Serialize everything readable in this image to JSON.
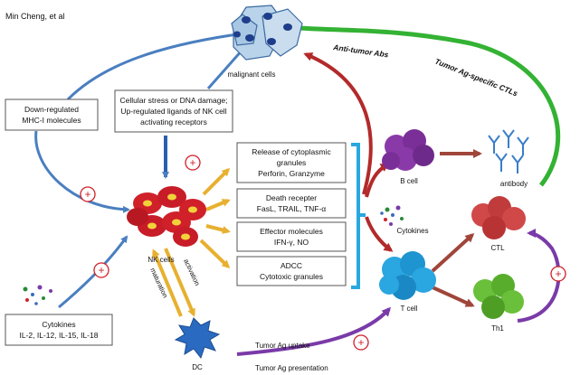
{
  "author_credit": "Min Cheng, et al",
  "cells": {
    "malignant": "malignant cells",
    "nk": "NK cells",
    "b_cell": "B cell",
    "antibody": "antibody",
    "cytokines_mid": "Cytokines",
    "ctl": "CTL",
    "t_cell": "T cell",
    "th1": "Th1",
    "dc": "DC"
  },
  "boxes": {
    "mhc": [
      "Down-regulated",
      "MHC-I molecules"
    ],
    "stress": [
      "Cellular stress or DNA damage;",
      "Up-regulated ligands of NK cell",
      "activating receptors"
    ],
    "release": [
      "Release of cytoplasmic",
      "granules",
      "Perforin, Granzyme"
    ],
    "death": [
      "Death recepter",
      "FasL, TRAIL, TNF-α"
    ],
    "effector": [
      "Effector molecules",
      "IFN-γ, NO"
    ],
    "adcc": [
      "ADCC",
      "Cytotoxic granules"
    ],
    "cytokines_in": [
      "Cytokines",
      "IL-2, IL-12, IL-15, IL-18"
    ]
  },
  "arrow_labels": {
    "anti_tumor_abs": "Anti-tumor Abs",
    "tumor_ag_ctls": "Tumor Ag-specific CTLs",
    "activation": "activation",
    "maturation": "maturation",
    "ag_uptake": "Tumor Ag uptake",
    "ag_presentation": "Tumor Ag presentation"
  },
  "plus_symbol": "+",
  "colors": {
    "blue_arrow": "#4a7fc0",
    "red_arrow": "#b32a2a",
    "green_arrow": "#33b233",
    "yellow_arrow": "#e8b030",
    "purple_arrow": "#7a3aa8",
    "brown_arrow": "#a0453a",
    "bracket": "#29a8e0",
    "nk_cell": "#d0202a",
    "nk_nucleus": "#f1d23a",
    "b_cell": "#8a3aa8",
    "t_cell": "#2aa6e0",
    "ctl": "#d04848",
    "th1": "#6ac03a",
    "dc": "#2a6ac0",
    "malignant": "#b9d3ea",
    "plus_circle": "#d0202a"
  }
}
